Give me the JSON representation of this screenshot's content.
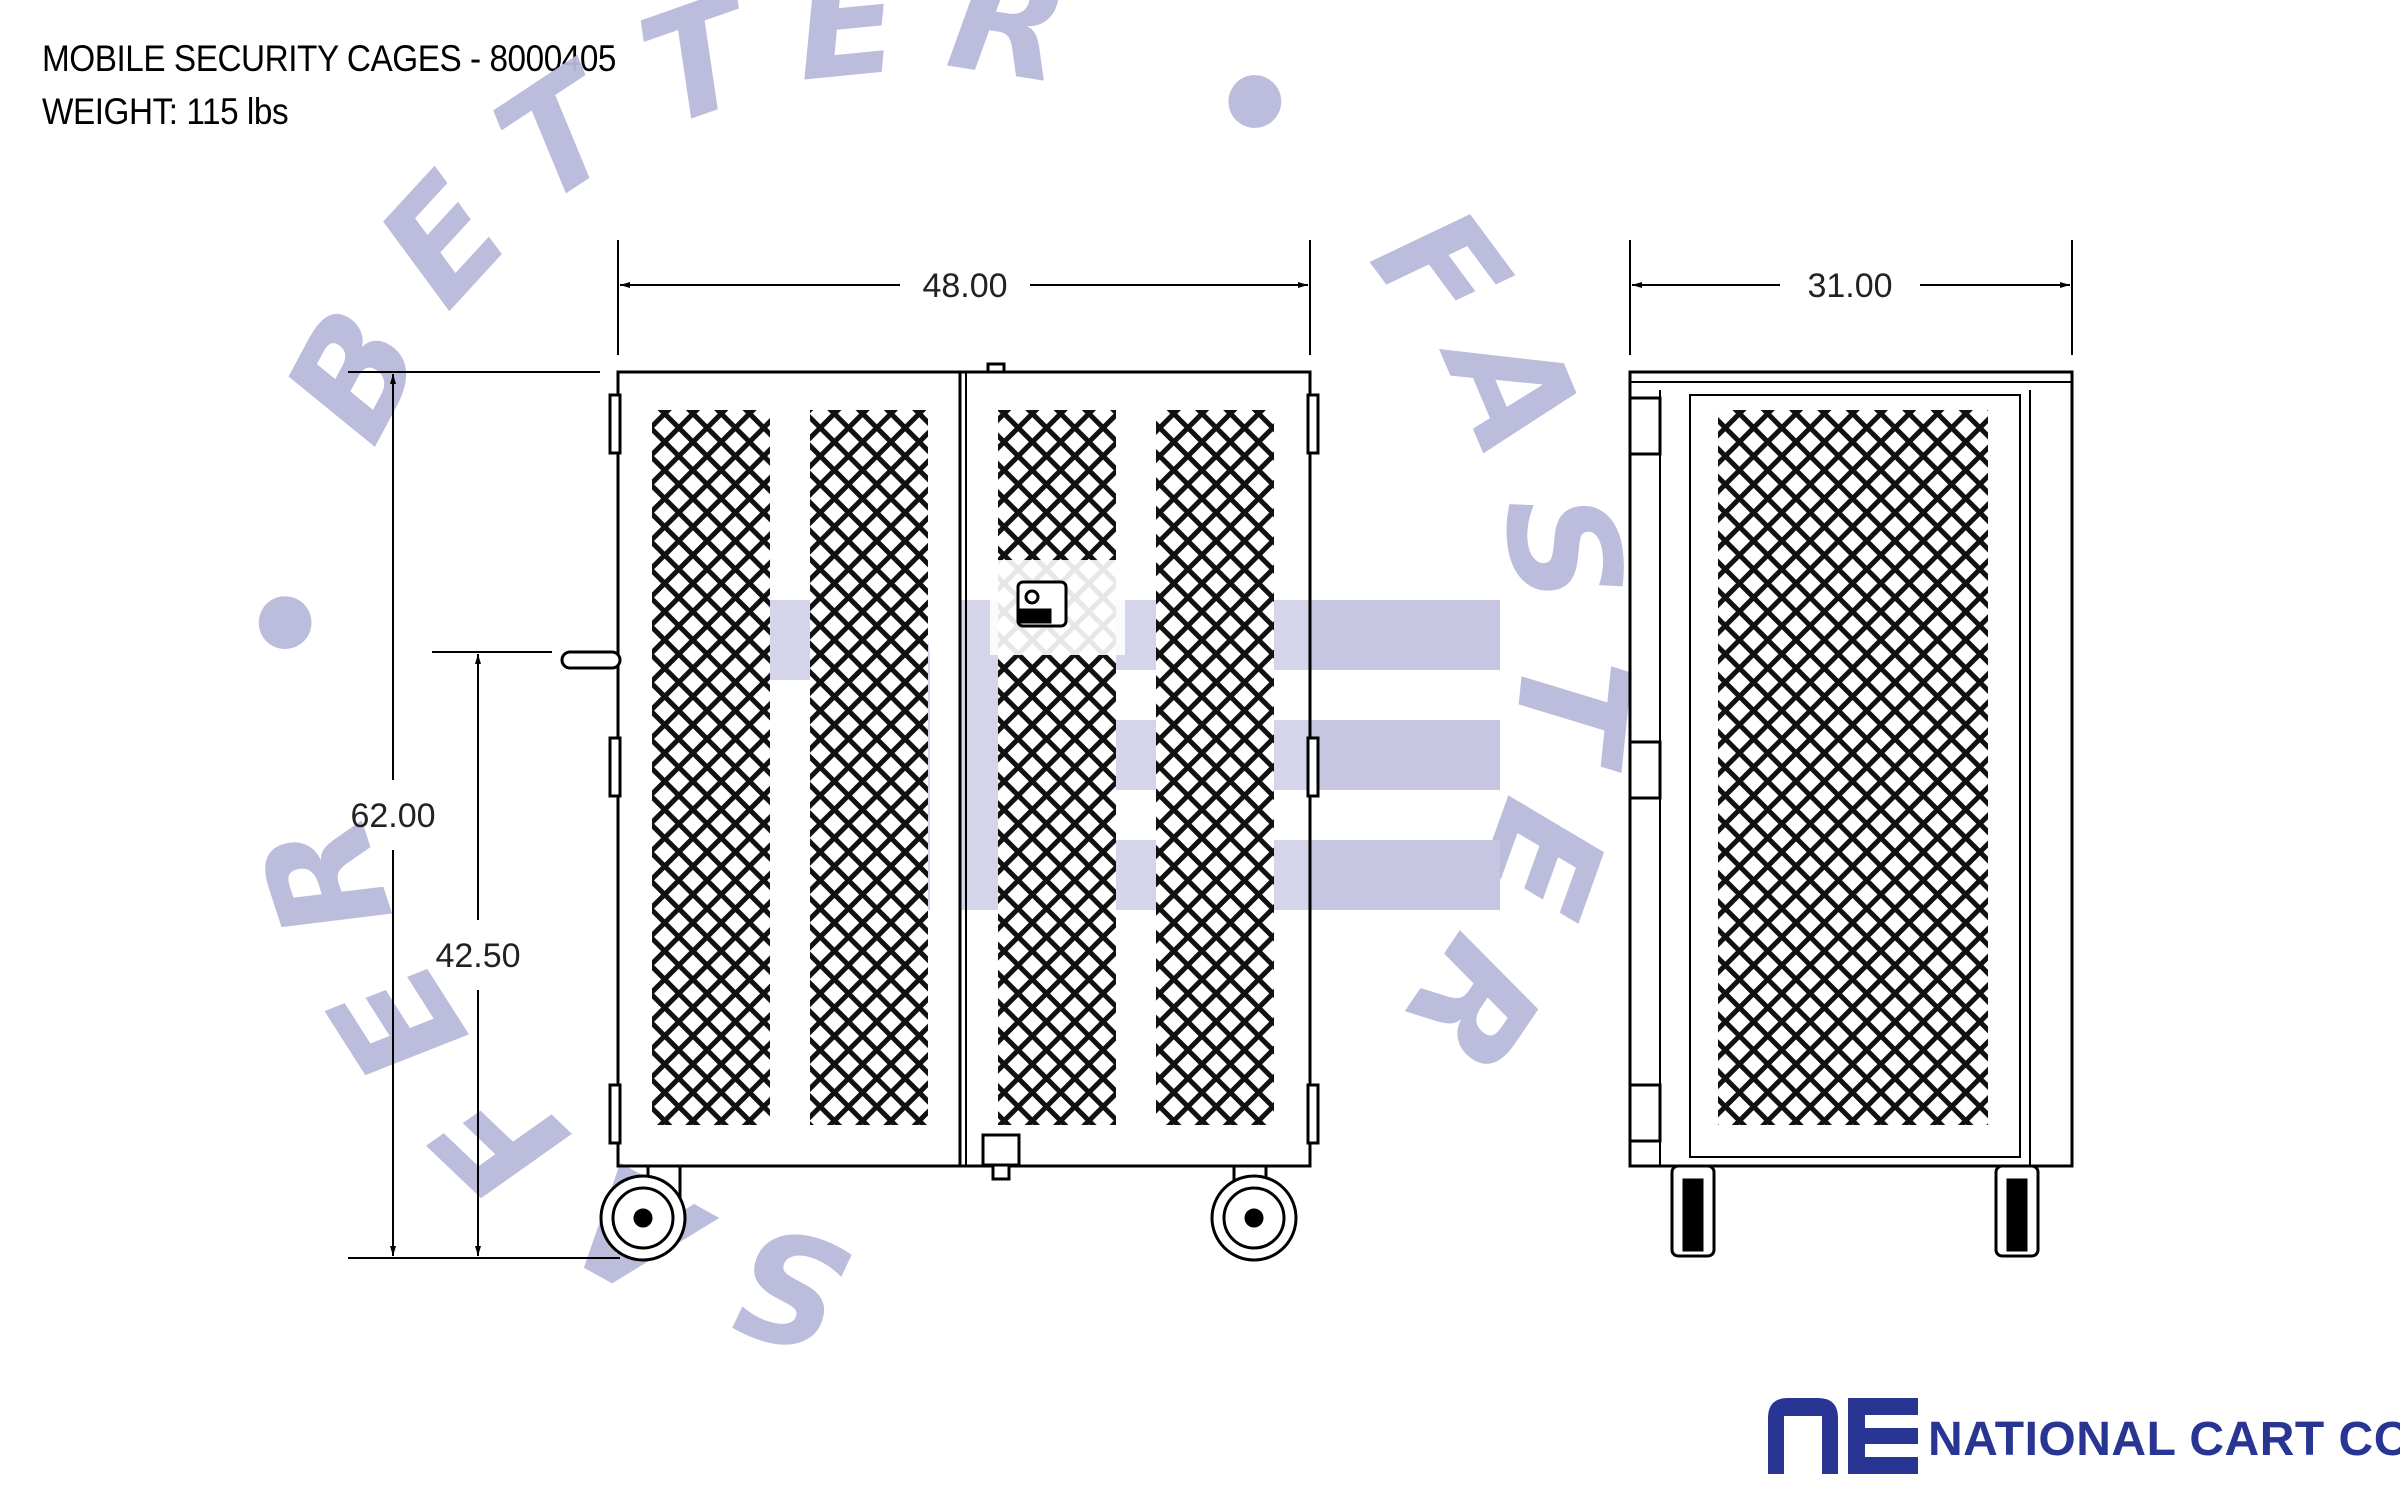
{
  "title": {
    "line1": "MOBILE SECURITY CAGES - 8000405",
    "line2": "WEIGHT: 115 lbs"
  },
  "dimensions": {
    "front_width": "48.00",
    "side_depth": "31.00",
    "overall_height": "62.00",
    "handle_height": "42.50"
  },
  "watermark": {
    "ring_text": "SAFER • BETTER • FASTER",
    "color": "#b9b9dc"
  },
  "brand": {
    "company": "NATIONAL CART CO",
    "color": "#283593"
  }
}
